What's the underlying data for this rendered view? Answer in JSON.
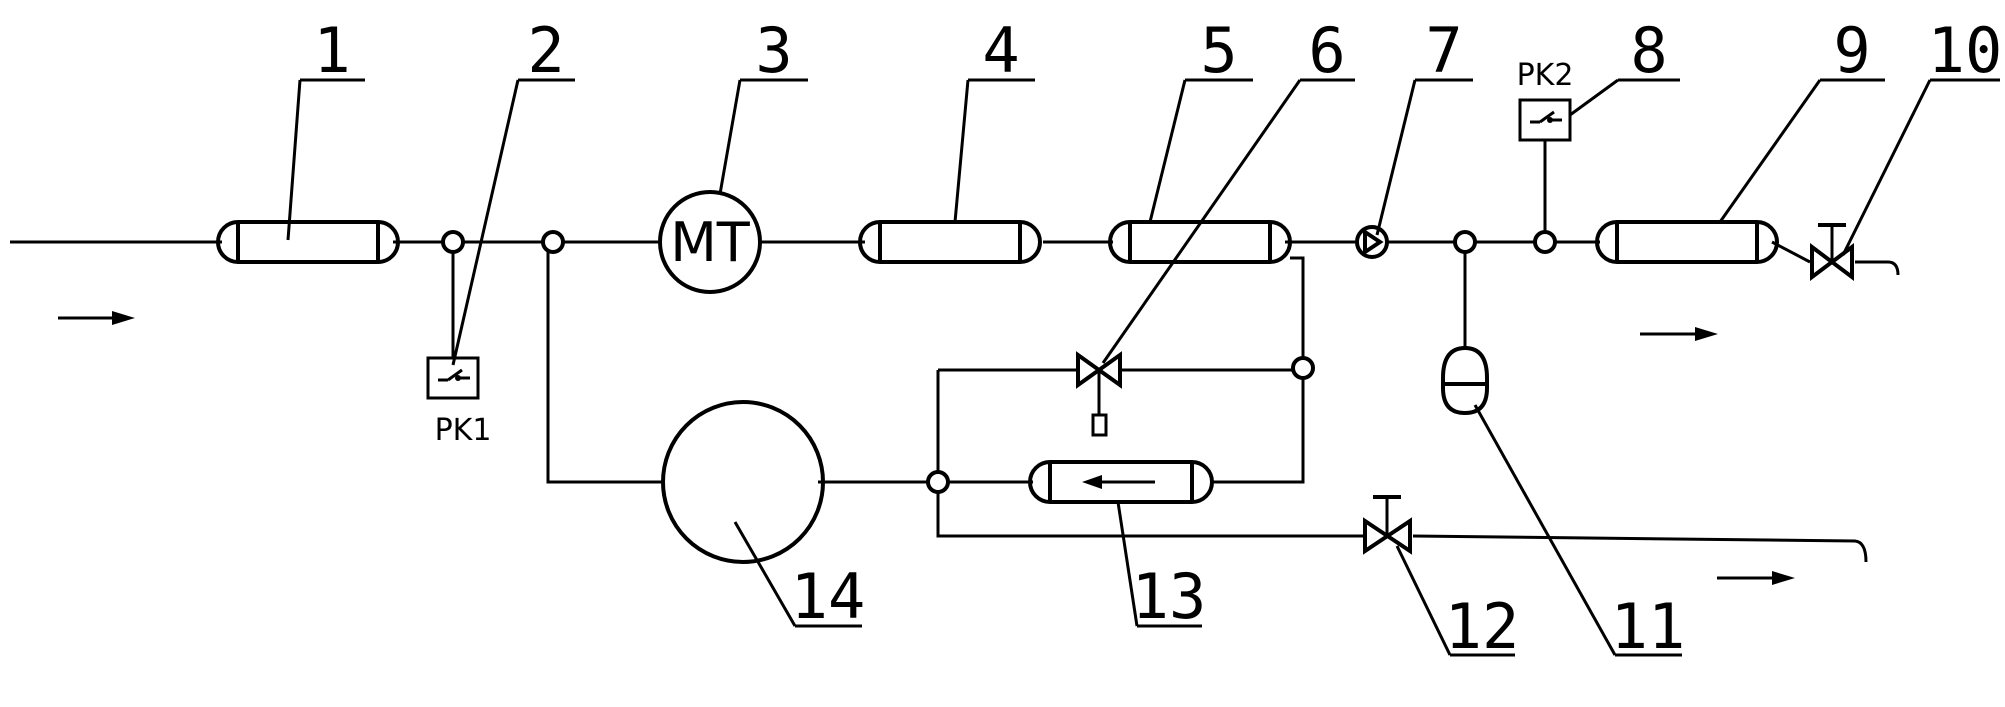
{
  "labels": {
    "n1": "1",
    "n2": "2",
    "n3": "3",
    "n4": "4",
    "n5": "5",
    "n6": "6",
    "n7": "7",
    "n8": "8",
    "n9": "9",
    "n10": "10",
    "n11": "11",
    "n12": "12",
    "n13": "13",
    "n14": "14"
  },
  "switch_labels": {
    "pk1": "PK1",
    "pk2": "PK2"
  },
  "meter_text": "MT",
  "icons": [
    "tank",
    "junction",
    "pressure-switch",
    "meter",
    "pump",
    "valve",
    "accumulator",
    "flow-arrow"
  ]
}
